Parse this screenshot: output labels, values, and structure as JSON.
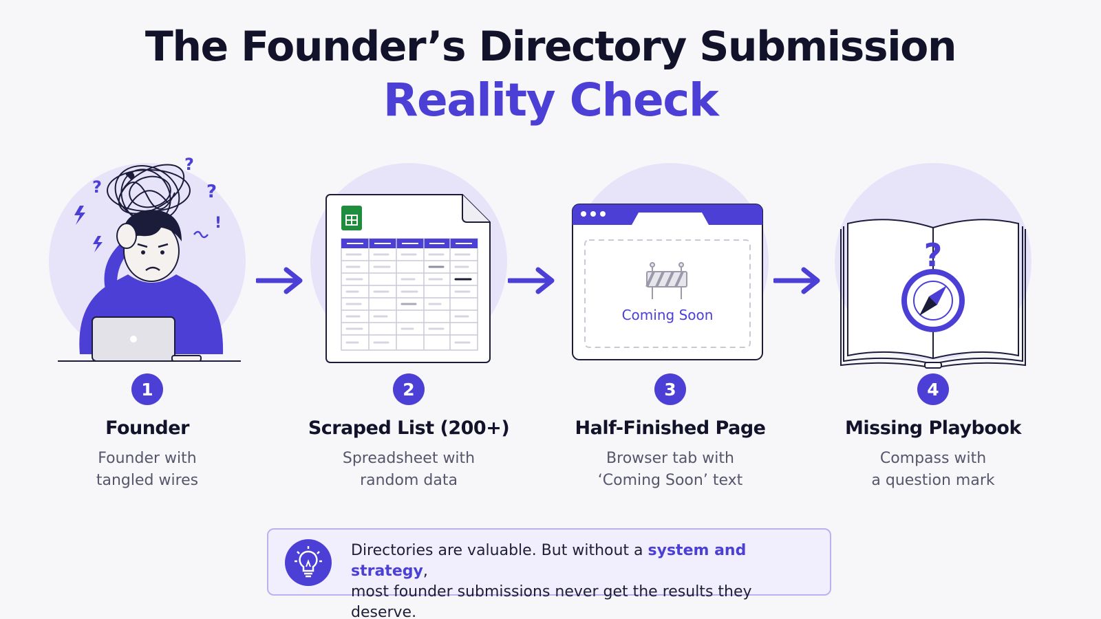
{
  "header": {
    "title_line1": "The Founder’s Directory Submission",
    "title_line2": "Reality Check"
  },
  "steps": [
    {
      "number": "1",
      "title": "Founder",
      "desc_line1": "Founder with",
      "desc_line2": "tangled wires",
      "icon": "stressed-founder-icon"
    },
    {
      "number": "2",
      "title": "Scraped List (200+)",
      "desc_line1": "Spreadsheet with",
      "desc_line2": "random data",
      "icon": "spreadsheet-icon"
    },
    {
      "number": "3",
      "title": "Half-Finished Page",
      "desc_line1": "Browser tab with",
      "desc_line2": "‘Coming Soon’ text",
      "icon": "browser-window-icon",
      "illustration_label": "Coming Soon"
    },
    {
      "number": "4",
      "title": "Missing Playbook",
      "desc_line1": "Compass with",
      "desc_line2": "a question mark",
      "icon": "open-book-compass-icon"
    }
  ],
  "callout": {
    "text_before": "Directories are valuable. But without a ",
    "highlight": "system and strategy",
    "text_after": ",",
    "line2": "most founder submissions never get the results they deserve.",
    "icon": "lightbulb-icon"
  },
  "colors": {
    "accent": "#4b3fd6",
    "halo": "#e7e4fa",
    "ink": "#12122a",
    "muted": "#55556b",
    "background": "#f7f7fa"
  }
}
